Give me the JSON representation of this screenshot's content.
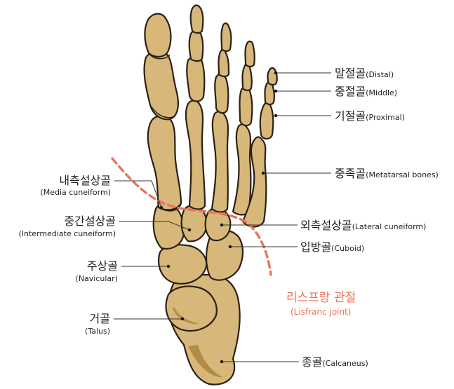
{
  "colors": {
    "bone": "#d8b77a",
    "bone_shadow": "#b58c46",
    "outline": "#2b2014",
    "lisfranc": "#e8745a",
    "text": "#222222"
  },
  "labels": {
    "distal": {
      "ko": "말절골",
      "en": "(Distal)"
    },
    "middle": {
      "ko": "중절골",
      "en": "(Middle)"
    },
    "proximal": {
      "ko": "기절골",
      "en": "(Proximal)"
    },
    "metatarsal": {
      "ko": "중족골",
      "en": "(Metatarsal bones)"
    },
    "lateral_cun": {
      "ko": "외측설상골",
      "en": "(Lateral cuneiform)"
    },
    "cuboid": {
      "ko": "입방골",
      "en": "(Cuboid)"
    },
    "medial_cun": {
      "ko": "내측설상골",
      "en": "(Media cuneiform)"
    },
    "intermed_cun": {
      "ko": "중간설상골",
      "en": "(Intermediate cuneiform)"
    },
    "navicular": {
      "ko": "주상골",
      "en": "(Navicular)"
    },
    "talus": {
      "ko": "거골",
      "en": "(Talus)"
    },
    "calcaneus": {
      "ko": "종골",
      "en": "(Calcaneus)"
    }
  },
  "lisfranc": {
    "ko": "리스프랑 관절",
    "en": "(Lisfranc joint)"
  }
}
